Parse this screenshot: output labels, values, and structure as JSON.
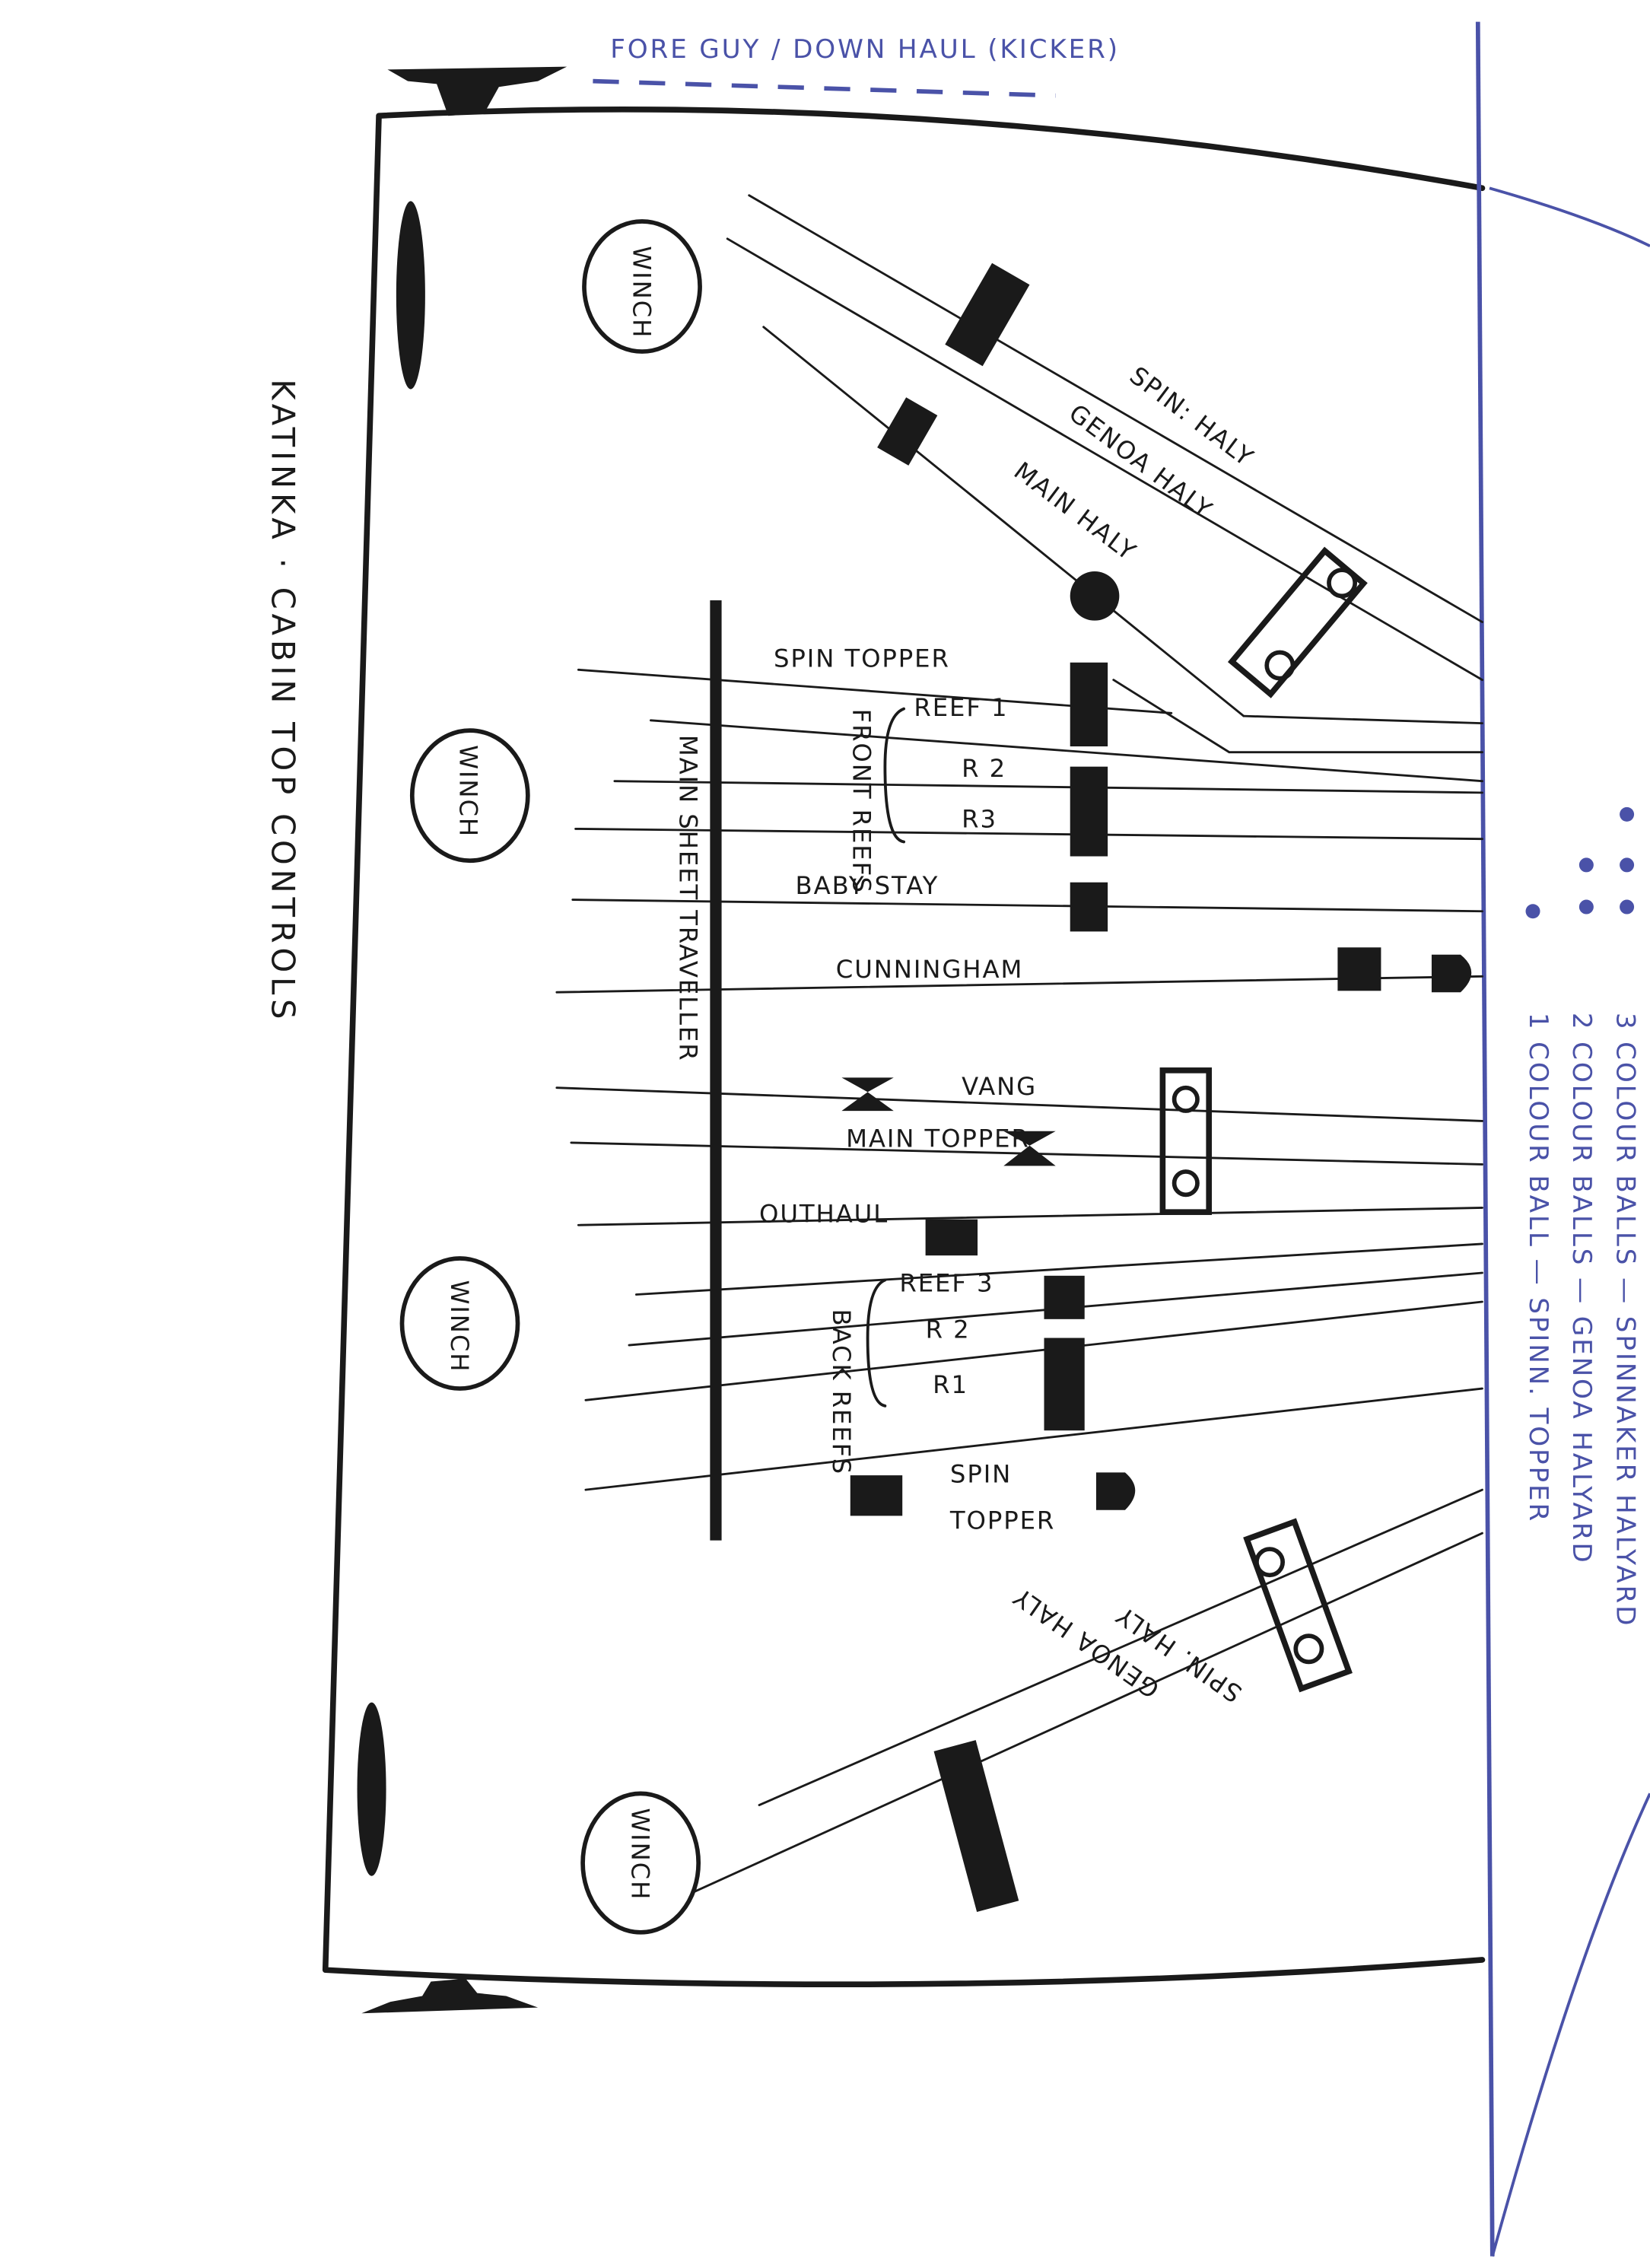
{
  "title": "KATINKA · CABIN TOP CONTROLS",
  "top_note": "FORE GUY / DOWN HAUL (KICKER)",
  "colors": {
    "ink": "#1a1a1a",
    "pen_blue": "#4a52a8"
  },
  "winch_label": "WINCH",
  "traveller_label": "MAIN SHEET TRAVELLER",
  "front_group": {
    "label": "FRONT REEFS",
    "items": [
      "REEF 1",
      "R 2",
      "R3"
    ]
  },
  "back_group": {
    "label": "BACK REEFS",
    "items": [
      "REEF 3",
      "R 2",
      "R1"
    ]
  },
  "labels": {
    "spin_haly_top": "SPIN: HALY",
    "genoa_haly_top": "GENOA HALY",
    "main_haly": "MAIN HALY",
    "spin_topper_front": "SPIN TOPPER",
    "baby_stay": "BABY STAY",
    "cunningham": "CUNNINGHAM",
    "vang": "VANG",
    "main_topper": "MAIN TOPPER",
    "outhaul": "OUTHAUL",
    "spin_back": "SPIN",
    "topper_back": "TOPPER",
    "spin_haly_bottom": "SPIN. HALY",
    "genoa_haly_bottom": "GENOA HALY"
  },
  "legend": [
    {
      "balls": 3,
      "text": "3 COLOUR BALLS — SPINNAKER HALYARD"
    },
    {
      "balls": 2,
      "text": "2 COLOUR BALLS — GENOA HALYARD"
    },
    {
      "balls": 1,
      "text": "1 COLOUR BALL — SPINN. TOPPER"
    }
  ]
}
